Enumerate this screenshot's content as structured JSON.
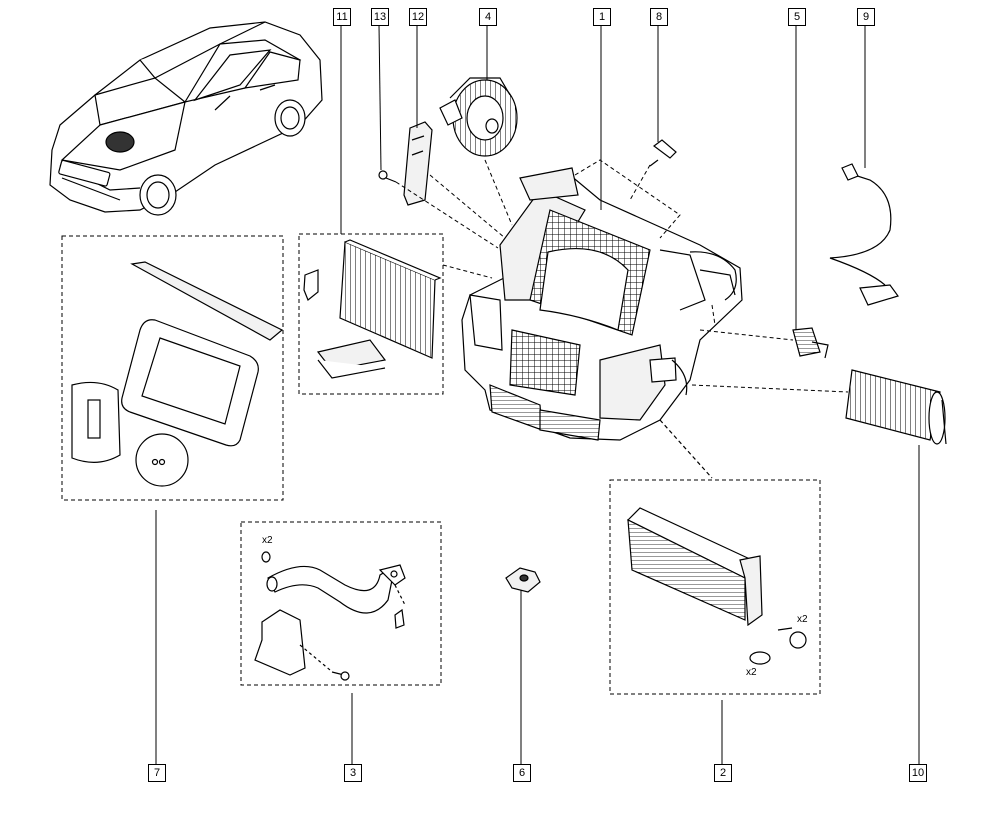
{
  "diagram": {
    "callouts": {
      "c1": "1",
      "c2": "2",
      "c3": "3",
      "c4": "4",
      "c5": "5",
      "c6": "6",
      "c7": "7",
      "c8": "8",
      "c9": "9",
      "c10": "10",
      "c11": "11",
      "c12": "12",
      "c13": "13"
    },
    "quantity_labels": {
      "group3_oring": "x2",
      "group2_screw": "x2",
      "group2_seal": "x2"
    }
  },
  "colors": {
    "line": "#000000",
    "background": "#ffffff",
    "fill_light": "#f2f2f2",
    "fill_mid": "#cccccc",
    "fill_dark": "#333333"
  }
}
